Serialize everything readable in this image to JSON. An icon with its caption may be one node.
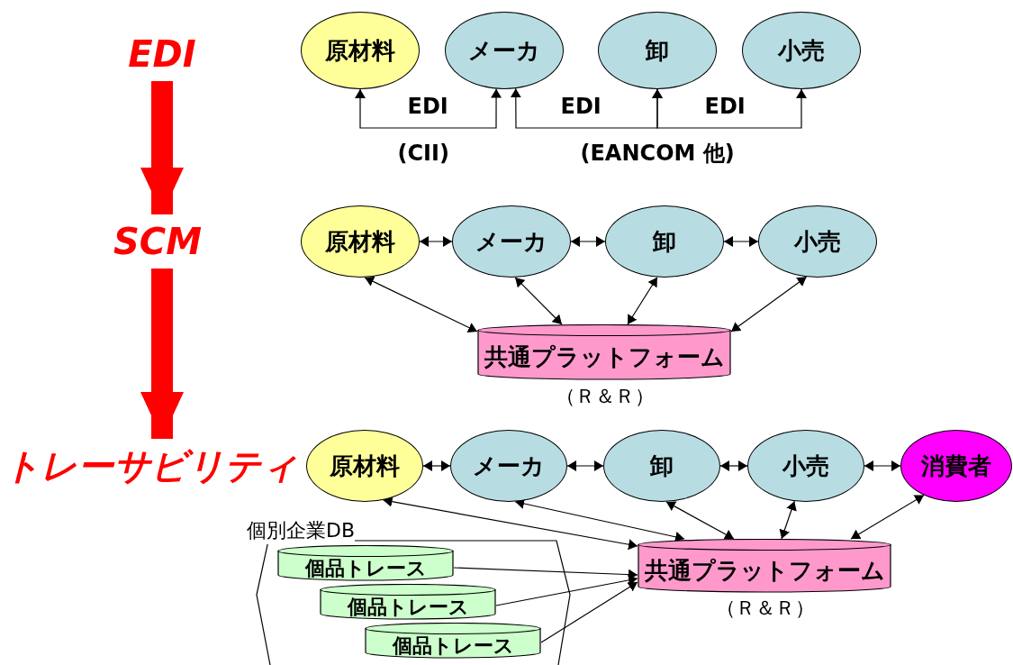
{
  "diagram": {
    "nodes": [
      {
        "text": [
          "EDI"
        ]
      },
      {
        "text": [
          "SCM"
        ]
      },
      {
        "text": [
          "トレーサビリティ"
        ]
      },
      {
        "text": [
          "原材料"
        ]
      },
      {
        "text": [
          "メーカ"
        ]
      },
      {
        "text": [
          "卸"
        ]
      },
      {
        "text": [
          "小売"
        ]
      },
      {
        "text": [
          "原材料"
        ]
      },
      {
        "text": [
          "メーカ"
        ]
      },
      {
        "text": [
          "卸"
        ]
      },
      {
        "text": [
          "小売"
        ]
      },
      {
        "text": [
          "共通プラットフォーム"
        ],
        "beside": [
          "（Ｒ＆Ｒ）"
        ]
      },
      {
        "text": [
          "原材料"
        ]
      },
      {
        "text": [
          "メーカ"
        ]
      },
      {
        "text": [
          "卸"
        ]
      },
      {
        "text": [
          "小売"
        ]
      },
      {
        "text": [
          "消費者"
        ]
      },
      {
        "text": [
          "共通プラットフォーム"
        ],
        "beside": [
          "（Ｒ＆Ｒ）"
        ]
      },
      {
        "text": [
          "個別企業DB"
        ]
      },
      {
        "text": [
          "個品トレース"
        ],
        "in": 18
      },
      {
        "text": [
          "個品トレース"
        ],
        "in": 18
      },
      {
        "text": [
          "個品トレース"
        ],
        "in": 18
      }
    ],
    "edges": [
      {
        "from": 0,
        "to": 1,
        "arrow": "to",
        "style": "thick",
        "color": "#ff0000"
      },
      {
        "from": 1,
        "to": 2,
        "arrow": "to",
        "style": "thick",
        "color": "#ff0000"
      },
      {
        "from": 3,
        "to": 4,
        "arrow": "both",
        "label": "EDI"
      },
      {
        "from": 4,
        "to": 5,
        "arrow": "both",
        "label": "EDI"
      },
      {
        "from": 5,
        "to": 6,
        "arrow": "both",
        "label": "EDI"
      },
      {
        "from": 7,
        "to": 8,
        "arrow": "both"
      },
      {
        "from": 8,
        "to": 9,
        "arrow": "both"
      },
      {
        "from": 9,
        "to": 10,
        "arrow": "both"
      },
      {
        "from": 7,
        "to": 11,
        "arrow": "both"
      },
      {
        "from": 8,
        "to": 11,
        "arrow": "both"
      },
      {
        "from": 9,
        "to": 11,
        "arrow": "both"
      },
      {
        "from": 10,
        "to": 11,
        "arrow": "both"
      },
      {
        "from": 12,
        "to": 13,
        "arrow": "both"
      },
      {
        "from": 13,
        "to": 14,
        "arrow": "both"
      },
      {
        "from": 14,
        "to": 15,
        "arrow": "both"
      },
      {
        "from": 15,
        "to": 16,
        "arrow": "both"
      },
      {
        "from": 12,
        "to": 17,
        "arrow": "both"
      },
      {
        "from": 13,
        "to": 17,
        "arrow": "both"
      },
      {
        "from": 14,
        "to": 17,
        "arrow": "both"
      },
      {
        "from": 15,
        "to": 17,
        "arrow": "both"
      },
      {
        "from": 16,
        "to": 17,
        "arrow": "both"
      },
      {
        "from": 19,
        "to": 17,
        "arrow": "to"
      },
      {
        "from": 20,
        "to": 17,
        "arrow": "to"
      },
      {
        "from": 21,
        "to": 17,
        "arrow": "to"
      }
    ],
    "labels": [
      "(CII)",
      "(EANCOM 他)"
    ]
  }
}
